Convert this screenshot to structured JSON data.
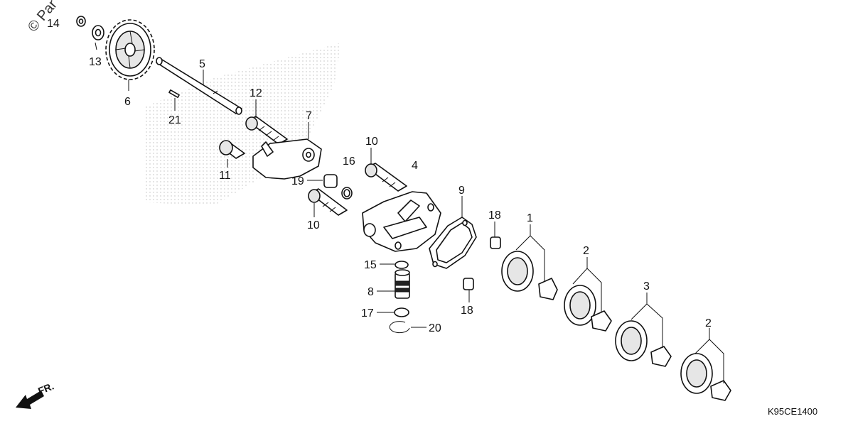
{
  "watermark": "© Par",
  "diagram_code": "K95CE1400",
  "direction_label": "FR.",
  "callouts": {
    "c14": "14",
    "c13": "13",
    "c6": "6",
    "c5": "5",
    "c21": "21",
    "c12": "12",
    "c7": "7",
    "c11": "11",
    "c10a": "10",
    "c16": "16",
    "c4": "4",
    "c19": "19",
    "c10b": "10",
    "c9": "9",
    "c18a": "18",
    "c1": "1",
    "c2a": "2",
    "c15": "15",
    "c8": "8",
    "c17": "17",
    "c20": "20",
    "c18b": "18",
    "c3": "3",
    "c2b": "2"
  },
  "colors": {
    "ink": "#111111",
    "paper": "#ffffff",
    "stipple": "#bdbdbd"
  }
}
